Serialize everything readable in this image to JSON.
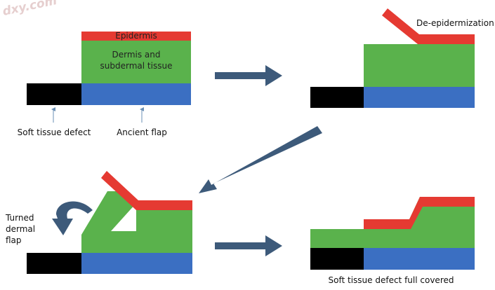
{
  "watermark": "dxy.com",
  "colors": {
    "epidermis": "#e53a32",
    "dermis": "#5ab24c",
    "base": "#3b6fc2",
    "defect": "#000000",
    "arrow": "#3d5a7a",
    "pointer": "#6a8fb5"
  },
  "panel1": {
    "epidermis_label": "Epidermis",
    "dermis_label_line1": "Dermis and",
    "dermis_label_line2": "subdermal tissue",
    "defect_caption": "Soft tissue defect",
    "flap_caption": "Ancient flap"
  },
  "panel2": {
    "deepidermization_label": "De-epidermization"
  },
  "panel3": {
    "turned_label_line1": "Turned",
    "turned_label_line2": "dermal",
    "turned_label_line3": "flap"
  },
  "panel4": {
    "caption": "Soft tissue defect full covered"
  }
}
